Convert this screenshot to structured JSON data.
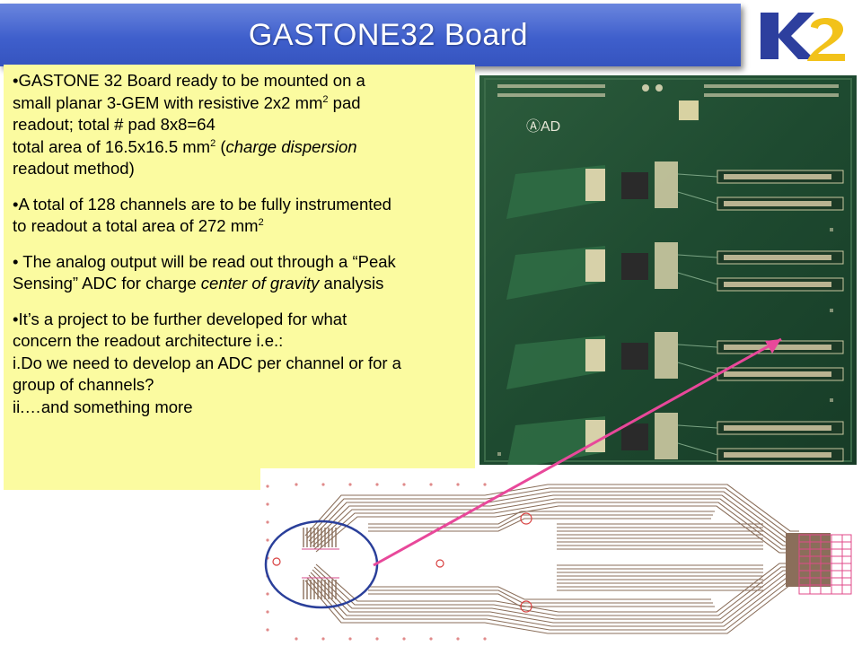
{
  "slide": {
    "title": "GASTONE32 Board",
    "logo_text": "K2"
  },
  "body": {
    "p1_line1": "•GASTONE 32  Board ready to be mounted on a",
    "p1_line2": "small planar 3-GEM with resistive 2x2 mm",
    "p1_sup1": "2",
    "p1_line2b": " pad",
    "p1_line3": "readout; total  # pad 8x8=64",
    "p1_line4": "total area of 16.5x16.5 mm",
    "p1_sup2": "2",
    "p1_line4b": "  (",
    "p1_line4_italic": "charge dispersion",
    "p1_line5": "readout method)",
    "p2_line1": "•A total of 128 channels are to be fully instrumented",
    "p2_line2": "to readout a total area of 272 mm",
    "p2_sup": "2",
    "p3_line1": "• The analog output will be read out through a “Peak",
    "p3_line2a": "Sensing” ADC for charge ",
    "p3_line2_italic": "center of gravity",
    "p3_line2b": " analysis",
    "p4_line1": "•It’s a project to be further developed for what",
    "p4_line2": "concern the readout architecture i.e.:",
    "p4_line3": "i.Do we need to develop an ADC per channel or for a",
    "p4_line4": "group of channels?",
    "p4_line5": "ii.…and something more"
  },
  "images": {
    "photo": "gastone32-board-photo",
    "layout": "pad-readout-pcb-layout"
  },
  "colors": {
    "title_bar": "#3f5fcc",
    "text_panel": "#fbfba0",
    "arrow": "#e8489a",
    "pcb_green": "#1f4a30",
    "trace_brown": "#8a6e5a",
    "ellipse_blue": "#2a3f9a"
  }
}
